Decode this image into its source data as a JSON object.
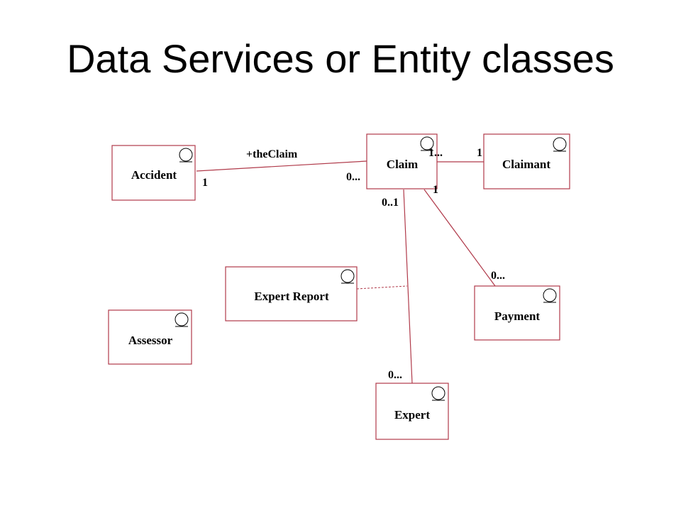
{
  "slide": {
    "title": "Data Services or Entity classes"
  },
  "colors": {
    "box_border": "#b03a4a",
    "line": "#b03a4a",
    "text": "#000000",
    "icon": "#000000"
  },
  "classes": {
    "accident": "Accident",
    "claim": "Claim",
    "claimant": "Claimant",
    "expert_report": "Expert Report",
    "payment": "Payment",
    "assessor": "Assessor",
    "expert": "Expert"
  },
  "associations": {
    "accident_claim": {
      "role": "+theClaim",
      "accident_end": "1",
      "claim_end": "0..."
    },
    "claim_claimant": {
      "claim_end": "1...",
      "claimant_end": "1"
    },
    "claim_payment": {
      "claim_end": "1",
      "payment_end": "0..."
    },
    "claim_expert": {
      "claim_end": "0..1",
      "expert_end": "0..."
    }
  }
}
